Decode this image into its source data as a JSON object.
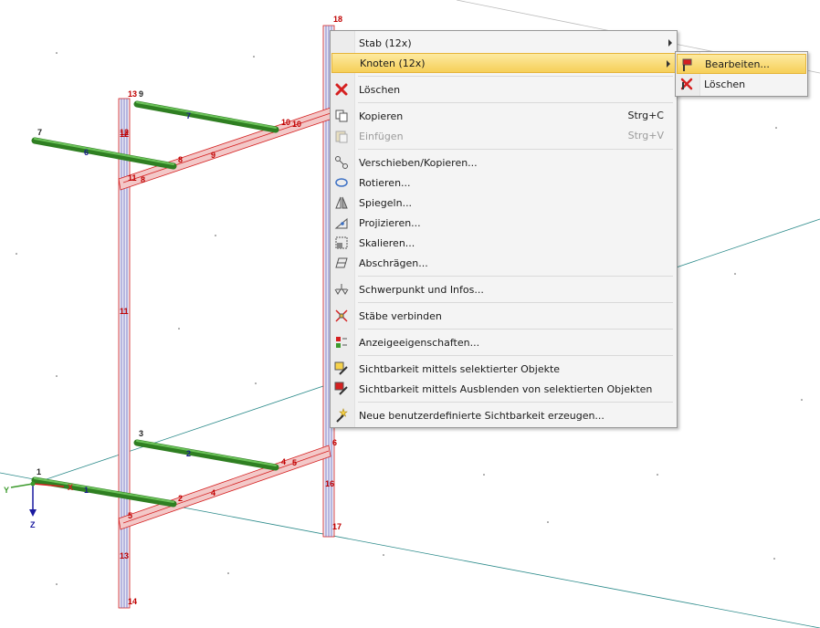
{
  "context_menu": {
    "items": [
      {
        "label": "Stab (12x)",
        "submenu": true
      },
      {
        "label": "Knoten (12x)",
        "submenu": true,
        "highlighted": true
      },
      {
        "separator": true
      },
      {
        "label": "Löschen",
        "icon": "delete-icon"
      },
      {
        "separator": true
      },
      {
        "label": "Kopieren",
        "icon": "copy-icon",
        "shortcut": "Strg+C"
      },
      {
        "label": "Einfügen",
        "icon": "paste-icon",
        "shortcut": "Strg+V",
        "disabled": true
      },
      {
        "separator": true
      },
      {
        "label": "Verschieben/Kopieren...",
        "icon": "move-copy-icon"
      },
      {
        "label": "Rotieren...",
        "icon": "rotate-icon"
      },
      {
        "label": "Spiegeln...",
        "icon": "mirror-icon"
      },
      {
        "label": "Projizieren...",
        "icon": "project-icon"
      },
      {
        "label": "Skalieren...",
        "icon": "scale-icon"
      },
      {
        "label": "Abschrägen...",
        "icon": "shear-icon"
      },
      {
        "separator": true
      },
      {
        "label": "Schwerpunkt und Infos...",
        "icon": "centroid-icon"
      },
      {
        "separator": true
      },
      {
        "label": "Stäbe verbinden",
        "icon": "connect-members-icon"
      },
      {
        "separator": true
      },
      {
        "label": "Anzeigeeigenschaften...",
        "icon": "display-properties-icon"
      },
      {
        "separator": true
      },
      {
        "label": "Sichtbarkeit mittels selektierter Objekte",
        "icon": "visibility-selected-icon"
      },
      {
        "label": "Sichtbarkeit mittels Ausblenden von selektierten Objekten",
        "icon": "visibility-hide-icon"
      },
      {
        "separator": true
      },
      {
        "label": "Neue benutzerdefinierte Sichtbarkeit erzeugen...",
        "icon": "new-visibility-icon"
      }
    ]
  },
  "submenu": {
    "items": [
      {
        "label": "Bearbeiten...",
        "icon": "edit-node-icon",
        "highlighted": true
      },
      {
        "label": "Löschen",
        "icon": "delete-node-icon"
      }
    ]
  },
  "model": {
    "node_labels": [
      "1",
      "2",
      "3",
      "4",
      "5",
      "6",
      "7",
      "8",
      "9",
      "10",
      "11",
      "12",
      "13",
      "14",
      "16",
      "17",
      "18"
    ],
    "member_labels": [
      "1",
      "2",
      "4",
      "5",
      "6",
      "7",
      "8",
      "9",
      "10",
      "11",
      "12",
      "13",
      "16"
    ],
    "axis_labels": {
      "x": "X",
      "y": "Y",
      "z": "Z"
    },
    "colors": {
      "beam_green": "#3c9a2c",
      "selected_red": "#d52020",
      "column_blue": "#5a5ab8",
      "axis_line": "#2b8a8a",
      "node_label": "#c00000",
      "member_label": "#1a1a8c"
    }
  }
}
